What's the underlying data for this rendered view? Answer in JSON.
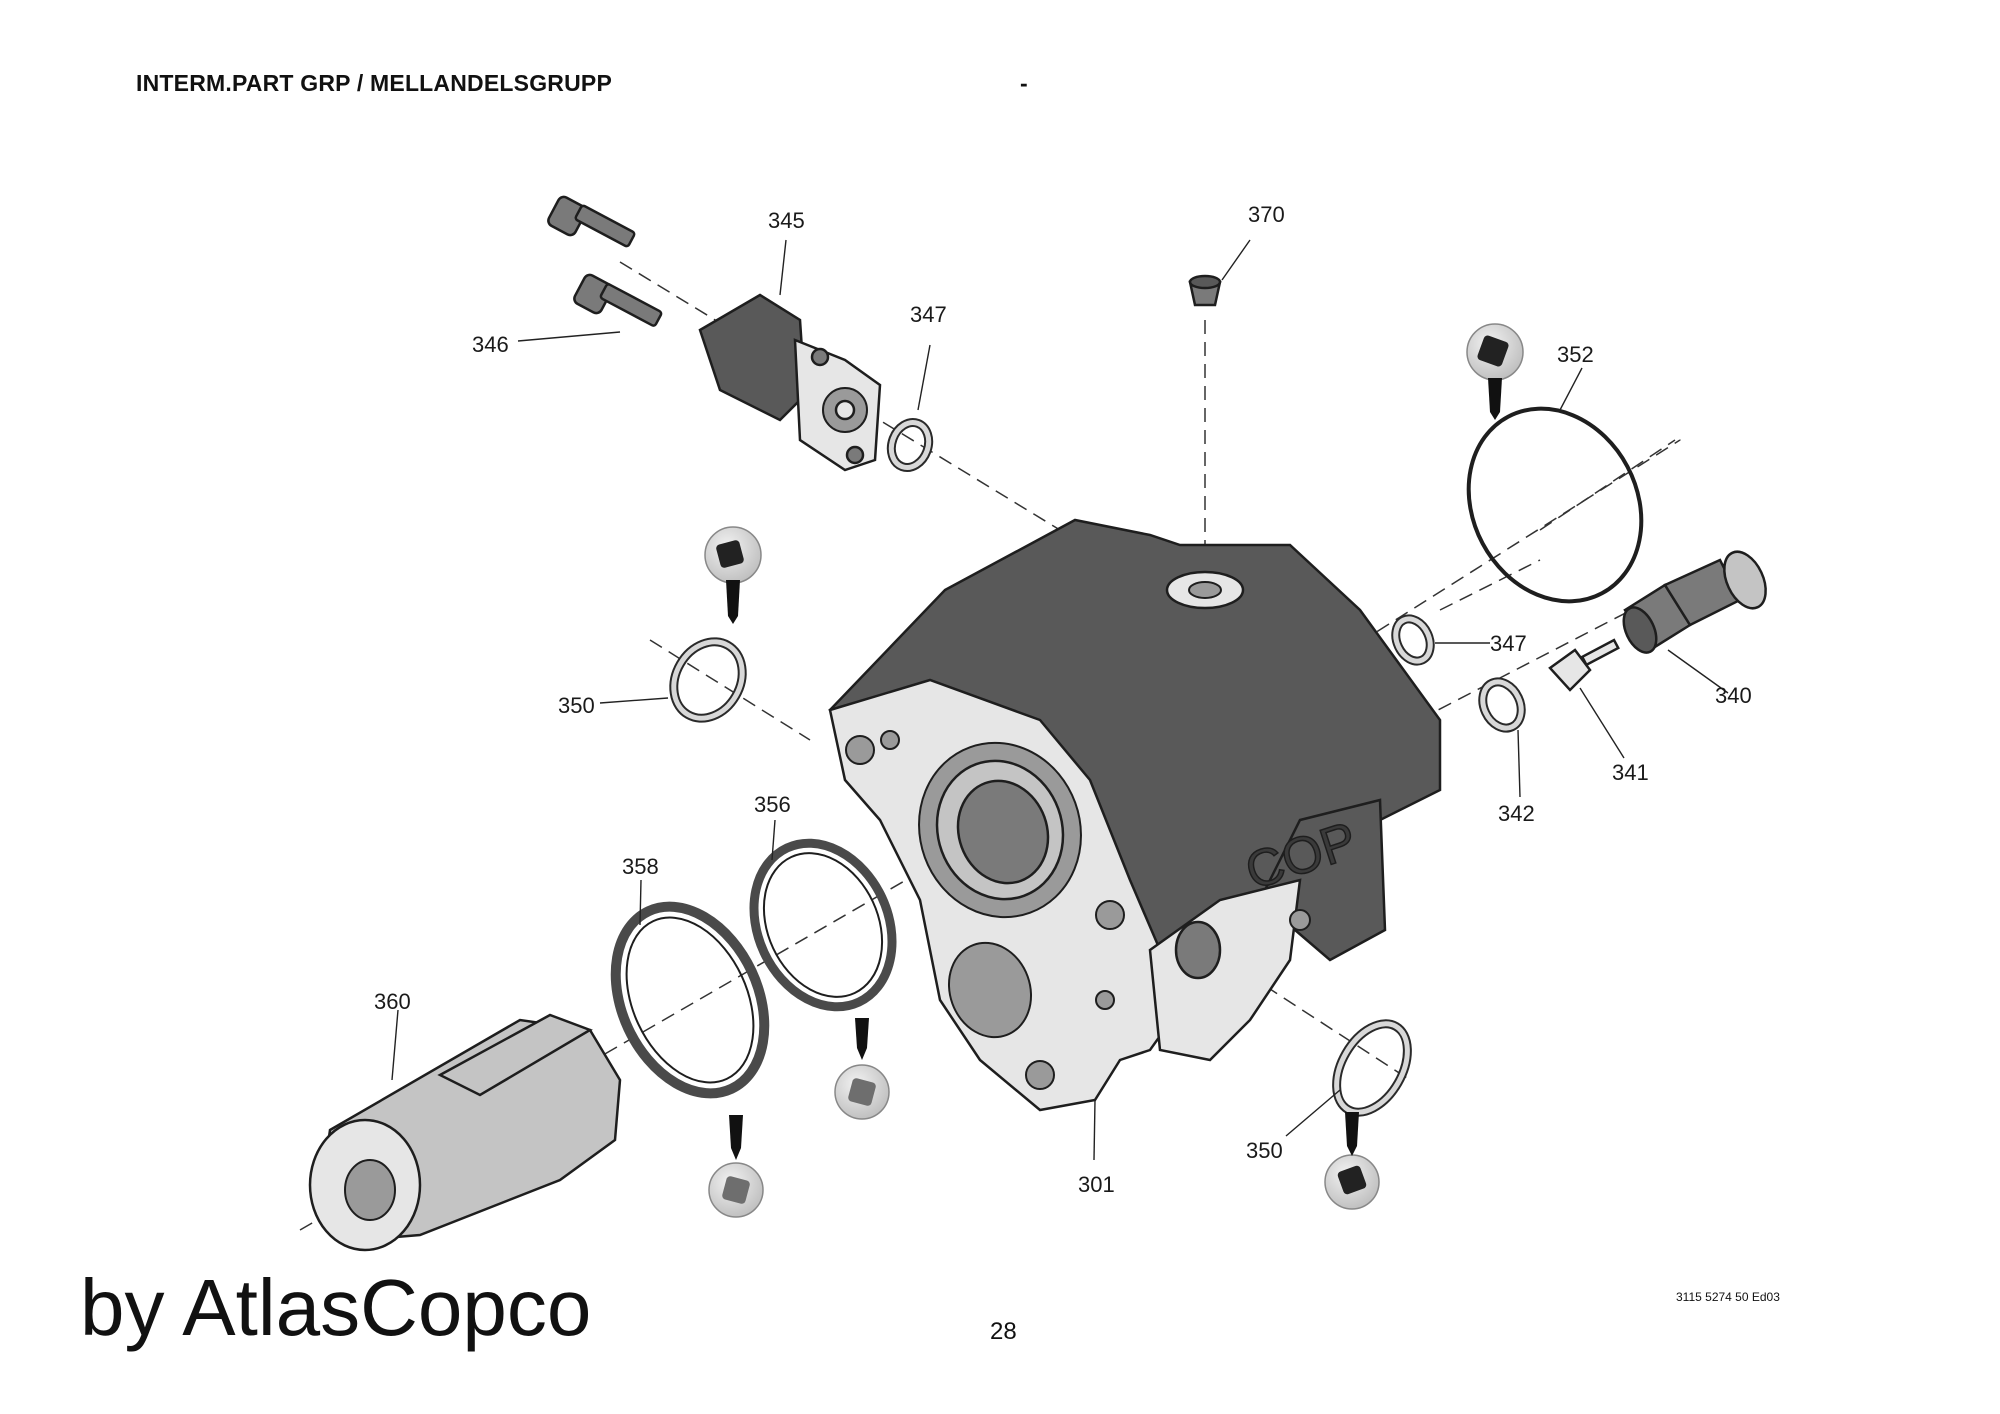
{
  "header": {
    "title": "INTERM.PART GRP / MELLANDELSGRUPP",
    "separator": "-"
  },
  "footer": {
    "watermark": "by AtlasCopco",
    "page_number": "28",
    "document_code": "3115 5274 50 Ed03"
  },
  "diagram": {
    "casting_mark": "COP",
    "callouts": {
      "c345": "345",
      "c346": "346",
      "c347_top": "347",
      "c370": "370",
      "c352": "352",
      "c347_right": "347",
      "c340": "340",
      "c341": "341",
      "c342": "342",
      "c350_left": "350",
      "c356": "356",
      "c358": "358",
      "c360": "360",
      "c301": "301",
      "c350_bottom": "350"
    }
  }
}
